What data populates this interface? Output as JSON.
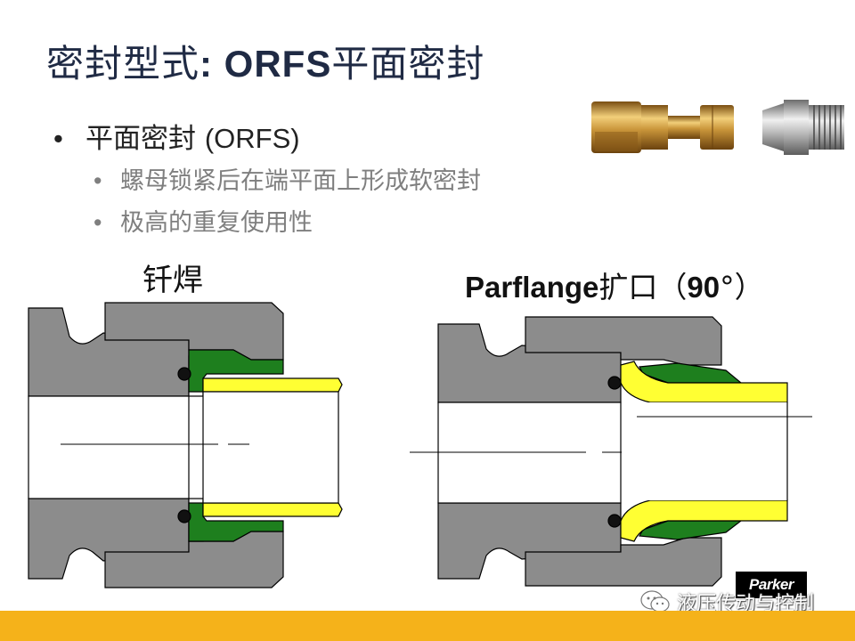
{
  "slide": {
    "title_cjk_prefix": "密封型式",
    "title_latin": ": ORFS",
    "title_cjk_suffix": "平面密封",
    "bullet_marker": "•",
    "bullet1_cjk": "平面密封 ",
    "bullet1_latin": "(ORFS)",
    "sub_marker": "•",
    "sub_bullets": [
      "螺母锁紧后在端平面上形成软密封",
      "极高的重复使用性"
    ],
    "label_left": "钎焊",
    "label_right_latin": "Parflange",
    "label_right_cjk": "扩口（",
    "label_right_num": "90",
    "label_right_end": "°）"
  },
  "logo": {
    "brand_text": "Parker"
  },
  "watermark": {
    "text": "液压传动与控制"
  },
  "colors": {
    "nut_gray": "#8c8c8c",
    "seal_green": "#1e7f1e",
    "tube_yellow": "#ffff33",
    "accent_bar": "#f5b21a",
    "brass": "#c9953a"
  }
}
